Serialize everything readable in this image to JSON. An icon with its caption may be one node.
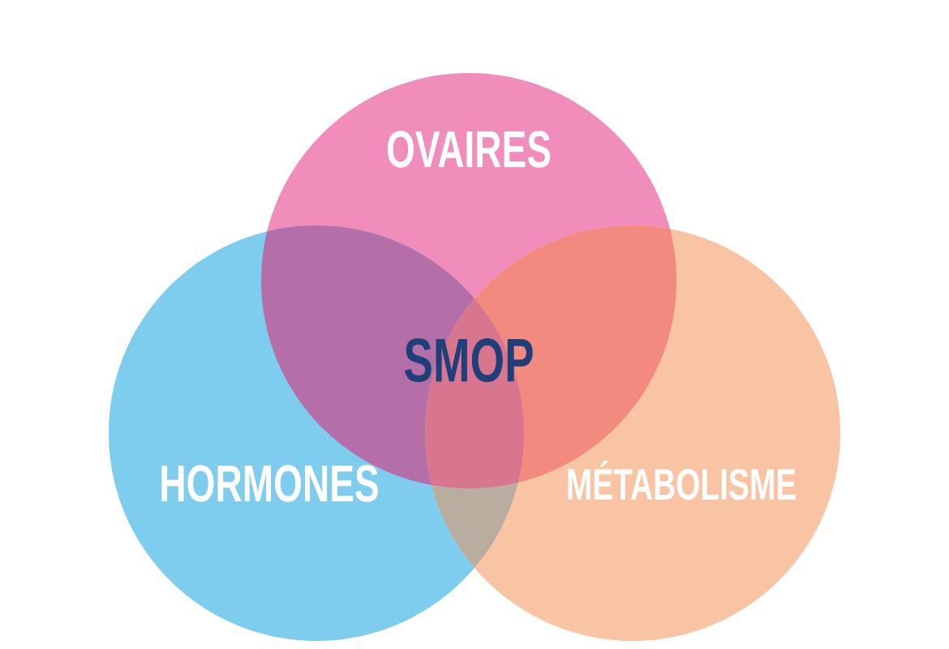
{
  "diagram": {
    "nodes": [
      {
        "text": [
          "OVAIRES"
        ]
      },
      {
        "text": [
          "HORMONES"
        ]
      },
      {
        "text": [
          "MÉTABOLISME"
        ]
      }
    ],
    "edges": [],
    "labels": [
      "SMOP"
    ]
  }
}
